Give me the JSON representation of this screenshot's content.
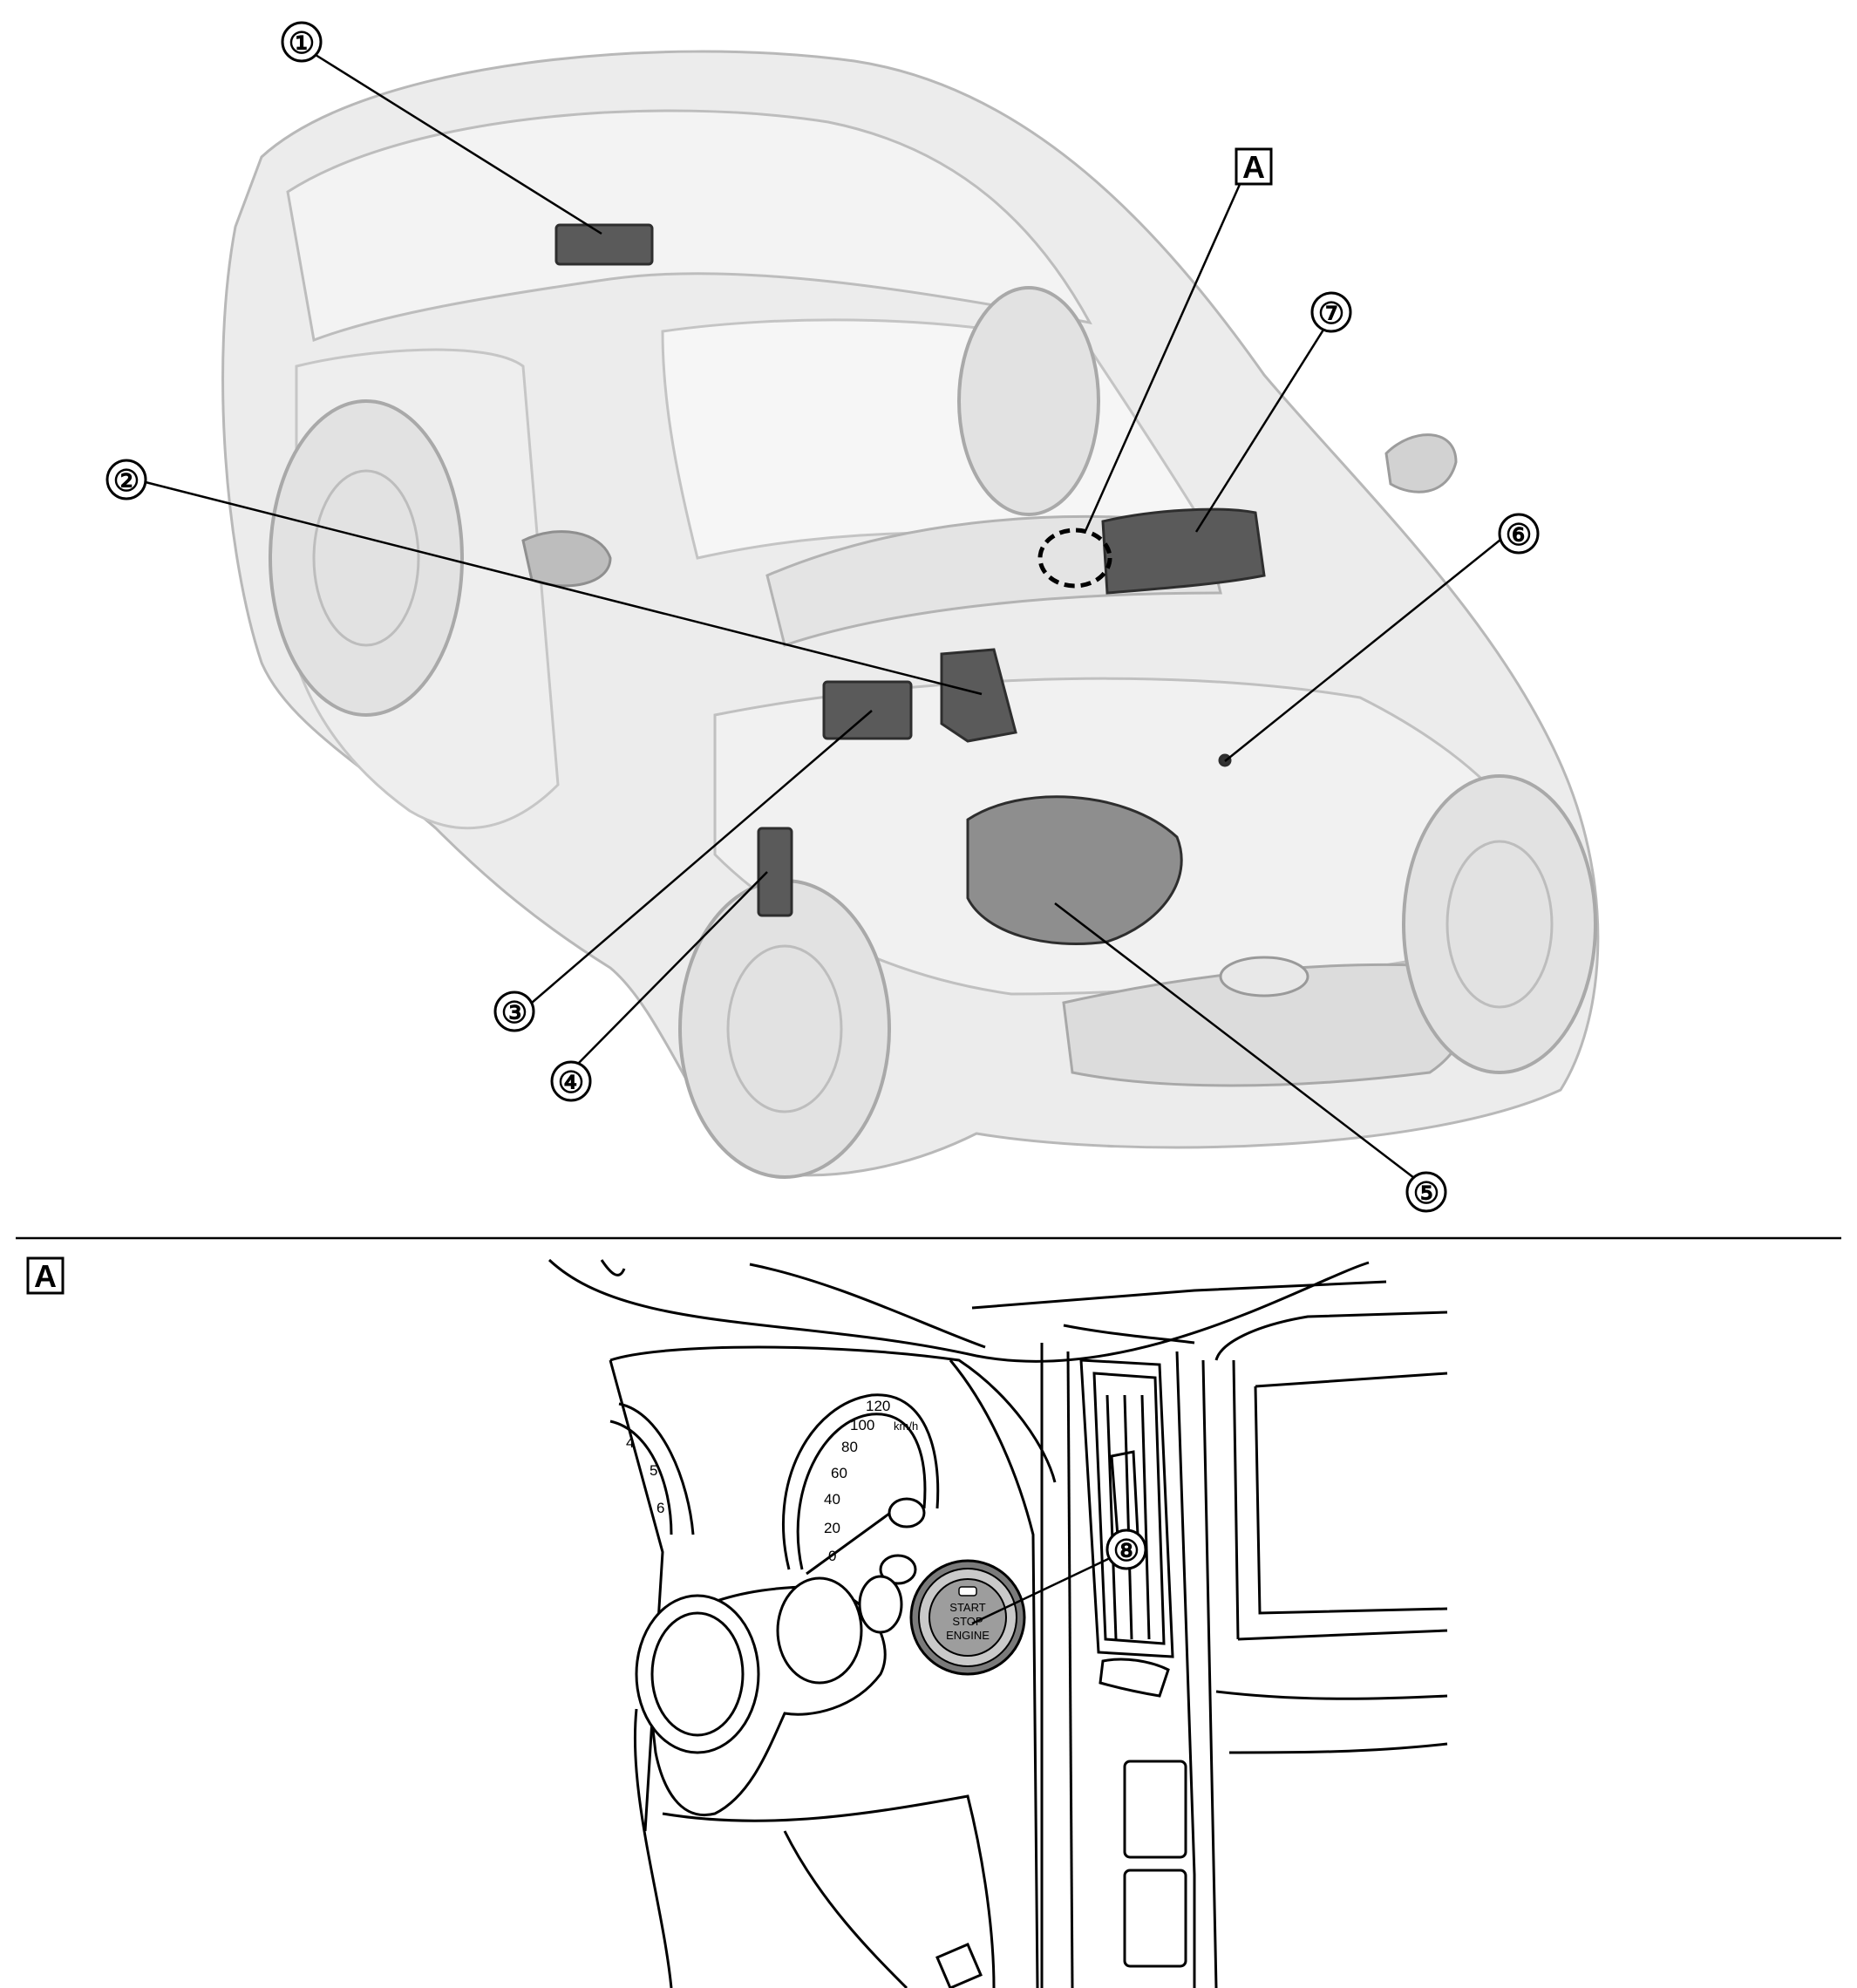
{
  "callouts": {
    "c1": "①",
    "c2": "②",
    "c3": "③",
    "c4": "④",
    "c5": "⑤",
    "c6": "⑥",
    "c7": "⑦",
    "c8": "⑧"
  },
  "detail_label": "A",
  "speedometer": {
    "ticks": [
      "120",
      "100",
      "80",
      "60",
      "40",
      "20",
      "0"
    ],
    "unit": "km/h"
  },
  "tachometer": {
    "ticks": [
      "4",
      "5",
      "6"
    ]
  },
  "push_button": {
    "line1": "START",
    "line2": "STOP",
    "line3": "ENGINE"
  },
  "colors": {
    "line": "#000000",
    "body": "#e6e6e6",
    "component": "#5a5a5a",
    "button_ring": "#7a7a7a"
  }
}
